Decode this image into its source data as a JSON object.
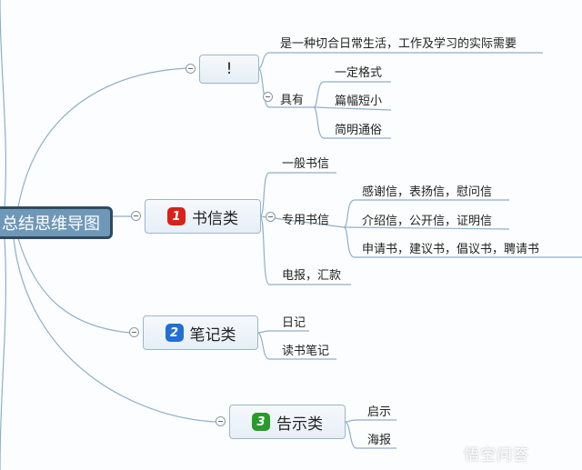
{
  "central": "总结思维导图",
  "branches": [
    {
      "label": "!",
      "children": [
        {
          "label": "是一种切合日常生活，工作及学习的实际需要"
        },
        {
          "label": "具有",
          "children": [
            "一定格式",
            "篇幅短小",
            "简明通俗"
          ]
        }
      ]
    },
    {
      "badge": "1",
      "label": "书信类",
      "badge_color": "#d9211a",
      "children": [
        {
          "label": "一般书信"
        },
        {
          "label": "专用书信",
          "children": [
            "感谢信，表扬信，慰问信",
            "介绍信，公开信，证明信",
            "申请书，建议书，倡议书，聘请书"
          ]
        },
        {
          "label": "电报，汇款"
        }
      ]
    },
    {
      "badge": "2",
      "label": "笔记类",
      "badge_color": "#1f6fd6",
      "children": [
        {
          "label": "日记"
        },
        {
          "label": "读书笔记"
        }
      ]
    },
    {
      "badge": "3",
      "label": "告示类",
      "badge_color": "#2a9a2a",
      "children": [
        {
          "label": "启示"
        },
        {
          "label": "海报"
        }
      ]
    }
  ],
  "watermark": "悟空问答"
}
